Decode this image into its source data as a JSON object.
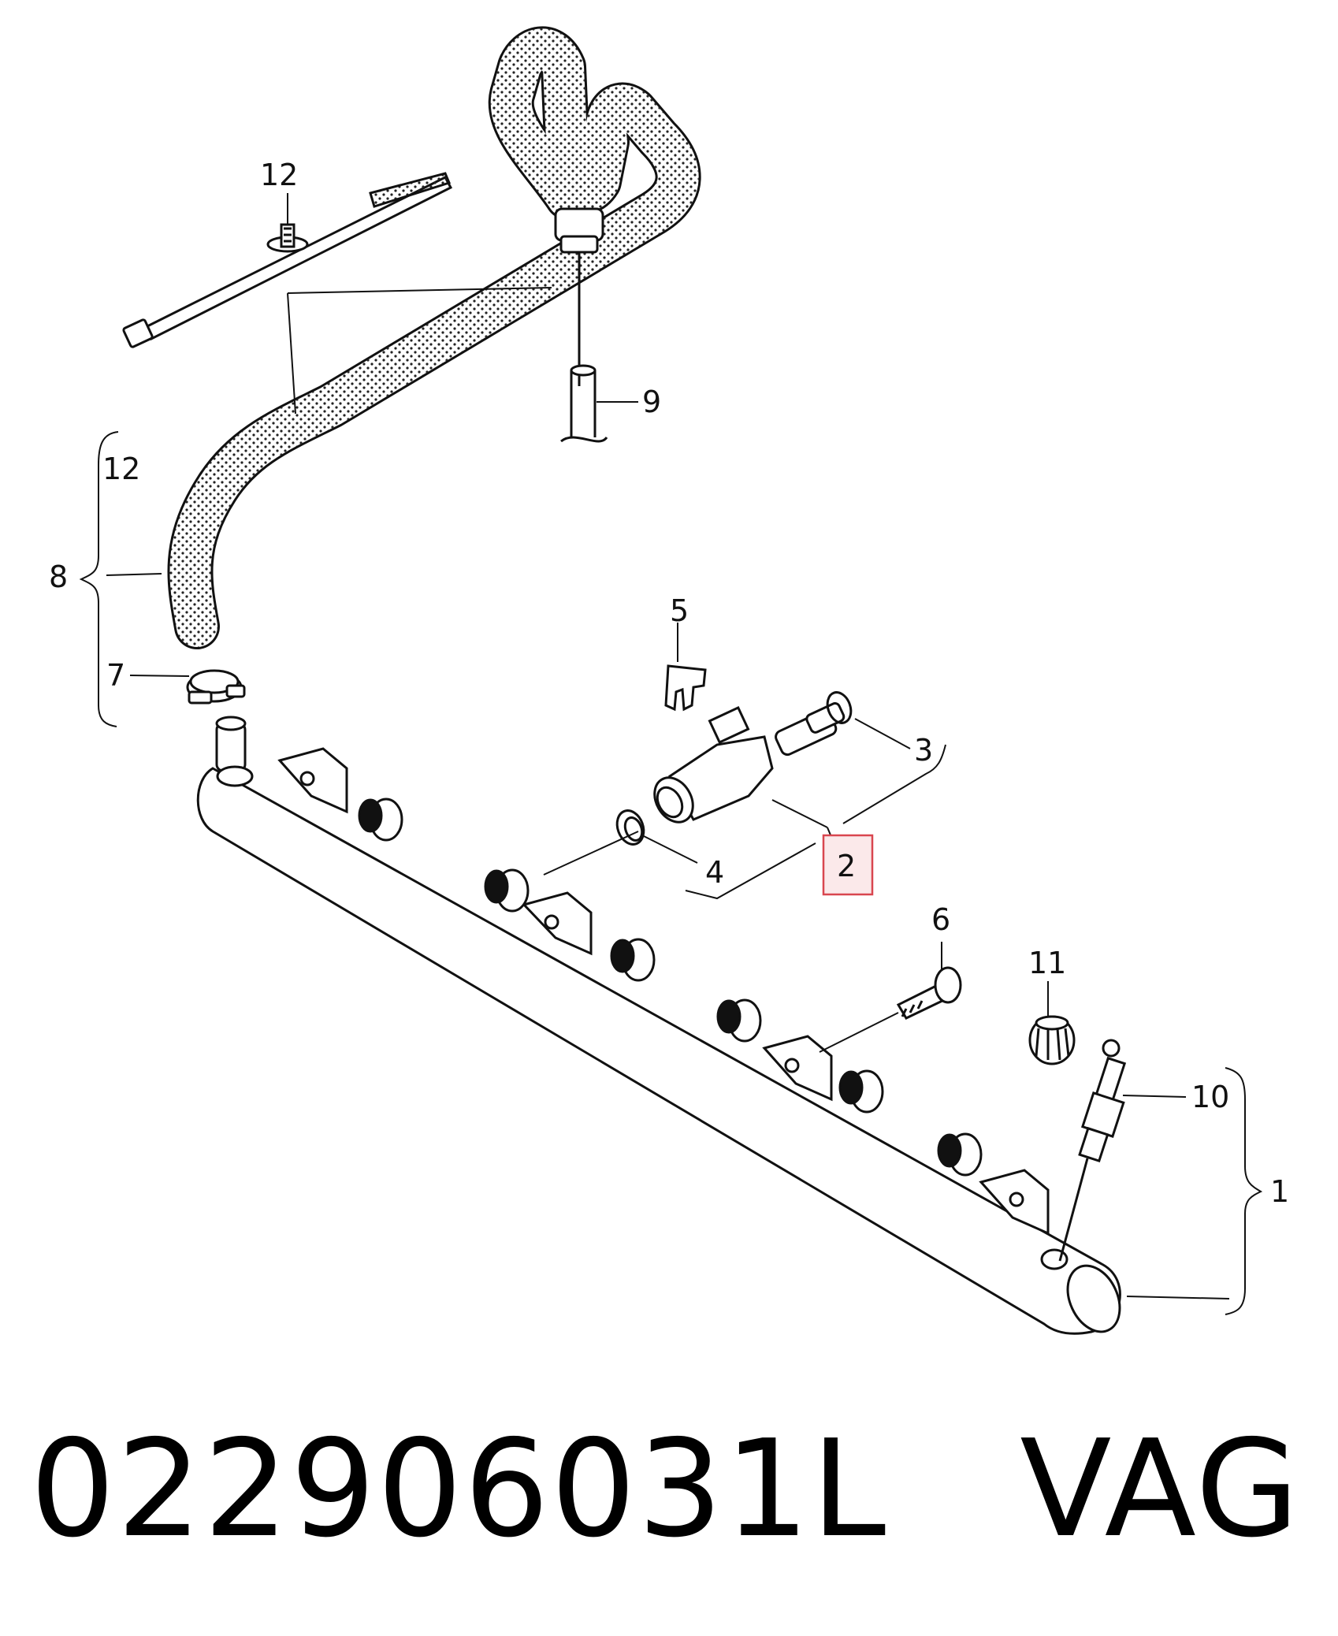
{
  "callouts": {
    "c1": "1",
    "c2": "2",
    "c3": "3",
    "c4": "4",
    "c5": "5",
    "c6": "6",
    "c7": "7",
    "c8": "8",
    "c9": "9",
    "c10": "10",
    "c11": "11",
    "c12_top": "12",
    "c12_side": "12"
  },
  "highlighted_callout": "2",
  "footer": {
    "part_number": "022906031L",
    "brand": "VAG"
  },
  "colors": {
    "highlight_stroke": "#d9464f",
    "highlight_fill": "#fbe9ea"
  }
}
